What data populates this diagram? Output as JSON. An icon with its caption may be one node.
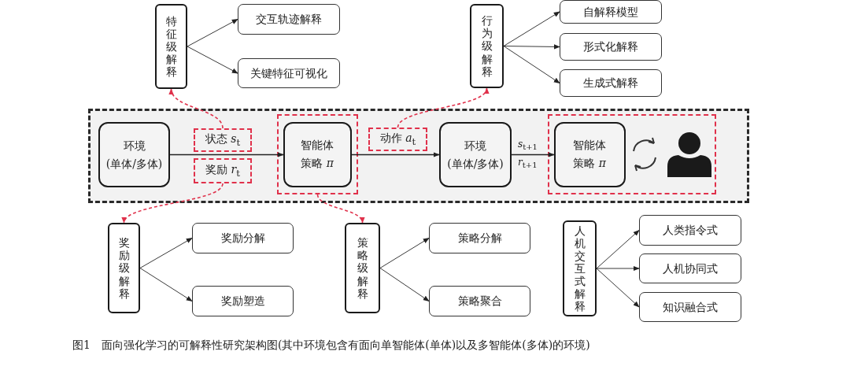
{
  "diagram": {
    "caption": "图1　面向强化学习的可解释性研究架构图(其中环境包含有面向单智能体(单体)以及多智能体(多体)的环境)",
    "nodes": [
      {
        "text": [],
        "shape": "box"
      },
      {
        "text": [
          "环境",
          "(单体/多体)"
        ],
        "in": 0
      },
      {
        "text": [
          "状态 *s*$_{t}$"
        ],
        "in": 0
      },
      {
        "text": [
          "奖励 *r*$_{t}$"
        ],
        "in": 0
      },
      {
        "text": [],
        "shape": "box",
        "in": 0
      },
      {
        "text": [
          "智能体",
          "策略 *π*"
        ],
        "in": 4
      },
      {
        "text": [
          "动作 *a*$_{t}$"
        ],
        "in": 0
      },
      {
        "text": [
          "环境",
          "(单体/多体)"
        ],
        "in": 0
      },
      {
        "text": [],
        "shape": "box",
        "in": 0
      },
      {
        "text": [
          "智能体",
          "策略 *π*"
        ],
        "in": 8
      },
      {
        "text": [
          "特征级解释"
        ]
      },
      {
        "text": [
          "交互轨迹解释"
        ]
      },
      {
        "text": [
          "关键特征可视化"
        ]
      },
      {
        "text": [
          "行为级解释"
        ]
      },
      {
        "text": [
          "自解释模型"
        ]
      },
      {
        "text": [
          "形式化解释"
        ]
      },
      {
        "text": [
          "生成式解释"
        ]
      },
      {
        "text": [
          "奖励级解释"
        ]
      },
      {
        "text": [
          "奖励分解"
        ]
      },
      {
        "text": [
          "奖励塑造"
        ]
      },
      {
        "text": [
          "策略级解释"
        ]
      },
      {
        "text": [
          "策略分解"
        ]
      },
      {
        "text": [
          "策略聚合"
        ]
      },
      {
        "text": [
          "人机交互式解释"
        ]
      },
      {
        "text": [
          "人类指令式"
        ]
      },
      {
        "text": [
          "人机协同式"
        ]
      },
      {
        "text": [
          "知识融合式"
        ]
      }
    ],
    "edges": [
      {
        "from": 1,
        "to": 5,
        "arrow": "to"
      },
      {
        "from": 5,
        "to": 7,
        "arrow": "to"
      },
      {
        "from": 7,
        "to": 9,
        "arrow": "to"
      },
      {
        "from": 2,
        "to": 10,
        "arrow": "to",
        "style": "dashed",
        "color": "#e0314b"
      },
      {
        "from": 6,
        "to": 13,
        "arrow": "to",
        "style": "dashed",
        "color": "#e0314b"
      },
      {
        "from": 3,
        "to": 17,
        "arrow": "to",
        "style": "dashed",
        "color": "#e0314b"
      },
      {
        "from": 4,
        "to": 20,
        "arrow": "to",
        "style": "dashed",
        "color": "#e0314b"
      },
      {
        "from": 10,
        "to": 11,
        "arrow": "to"
      },
      {
        "from": 10,
        "to": 12,
        "arrow": "to"
      },
      {
        "from": 13,
        "to": 14,
        "arrow": "to"
      },
      {
        "from": 13,
        "to": 15,
        "arrow": "to"
      },
      {
        "from": 13,
        "to": 16,
        "arrow": "to"
      },
      {
        "from": 17,
        "to": 18,
        "arrow": "to"
      },
      {
        "from": 17,
        "to": 19,
        "arrow": "to"
      },
      {
        "from": 20,
        "to": 21,
        "arrow": "to"
      },
      {
        "from": 20,
        "to": 22,
        "arrow": "to"
      },
      {
        "from": 23,
        "to": 24,
        "arrow": "to"
      },
      {
        "from": 23,
        "to": 25,
        "arrow": "to"
      },
      {
        "from": 23,
        "to": 26,
        "arrow": "to"
      }
    ],
    "labels": [
      "*s*$_{t+1}$",
      "*r*$_{t+1}$"
    ]
  }
}
